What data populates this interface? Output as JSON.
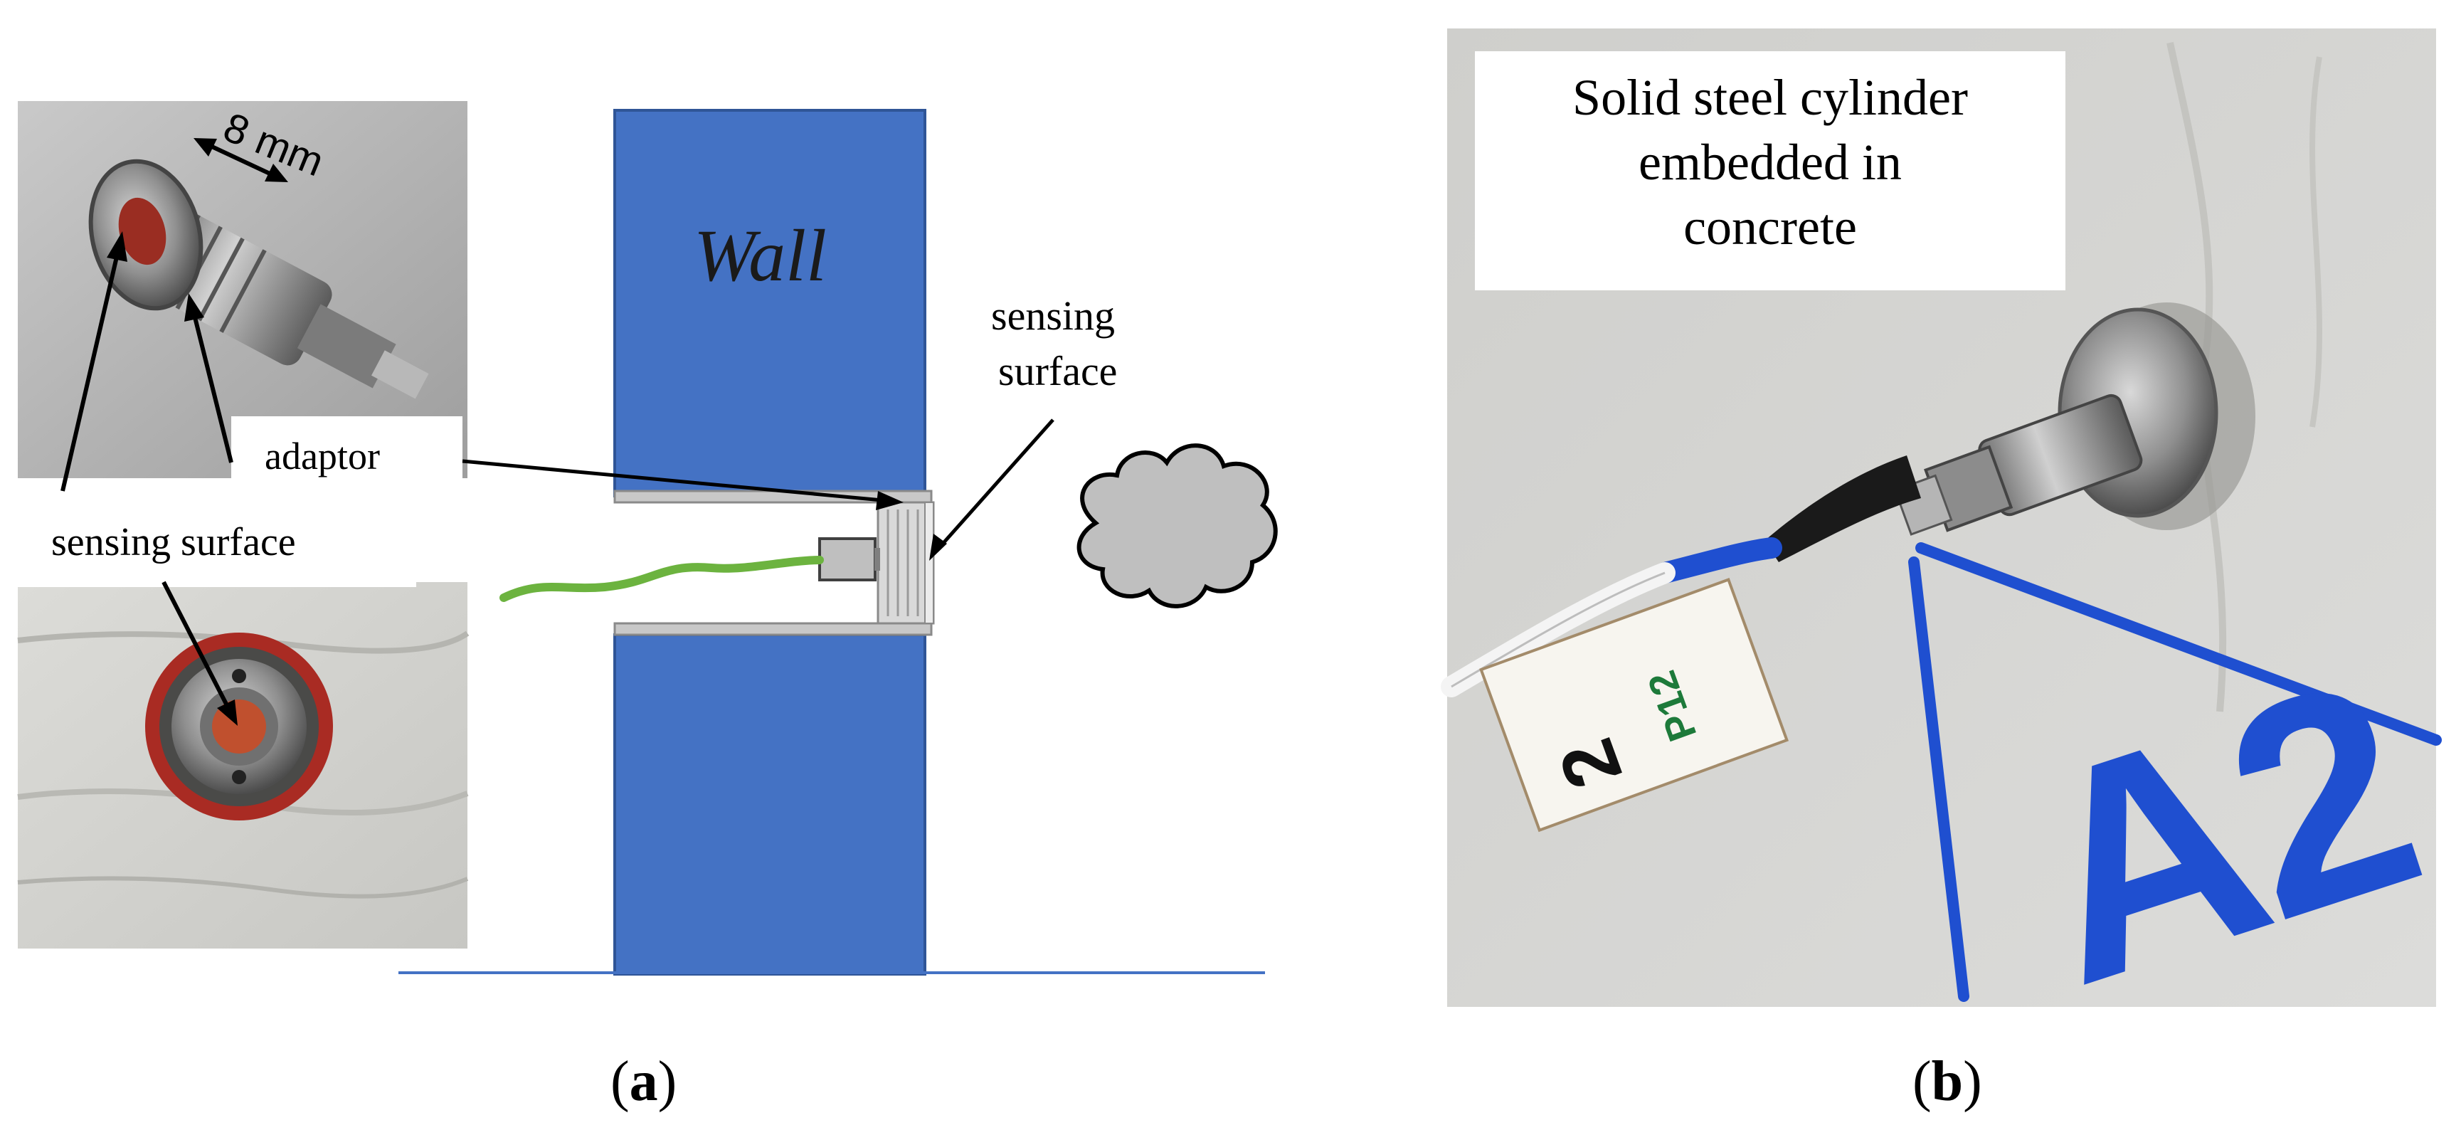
{
  "panel_a": {
    "photo_top": {
      "dimension_label": "8 mm"
    },
    "labels": {
      "adaptor": "adaptor",
      "sensing_surface_left": "sensing surface",
      "wall": "Wall",
      "sensing_surface_right_line1": "sensing",
      "sensing_surface_right_line2": "surface"
    },
    "caption": "(a)",
    "caption_letter": "a"
  },
  "panel_b": {
    "callout_lines": [
      "Solid steel cylinder",
      "embedded in",
      "concrete"
    ],
    "handwritten_marking": "A2",
    "tag_text_1": "2",
    "tag_text_2": "P12",
    "caption": "(b)",
    "caption_letter": "b"
  },
  "colors": {
    "wall_blue": "#4472C4",
    "ground_line": "#4472C4",
    "cable_green": "#6CB33F",
    "cloud_gray": "#BFBFBF",
    "concrete_gray": "#D4D4D1",
    "marker_blue": "#1F4FD0"
  }
}
